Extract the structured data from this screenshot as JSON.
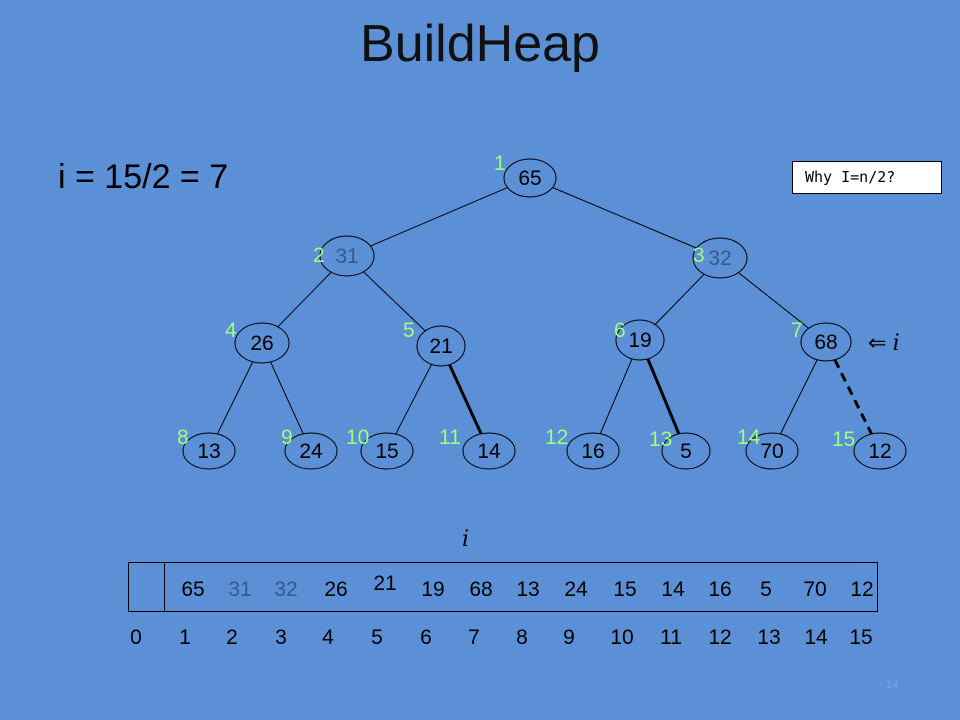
{
  "title": "BuildHeap",
  "formula": "i = 15/2 = 7",
  "note_box": "Why I=n/2?",
  "pointer_arrow": "⇐",
  "pointer_label": "i",
  "array_pointer_label": "i",
  "slide_number": "14",
  "tree_nodes": [
    {
      "index": "1",
      "value": "65",
      "dim": false
    },
    {
      "index": "2",
      "value": "31",
      "dim": true
    },
    {
      "index": "3",
      "value": "32",
      "dim": true
    },
    {
      "index": "4",
      "value": "26",
      "dim": false
    },
    {
      "index": "5",
      "value": "21",
      "dim": false
    },
    {
      "index": "6",
      "value": "19",
      "dim": false
    },
    {
      "index": "7",
      "value": "68",
      "dim": false
    },
    {
      "index": "8",
      "value": "13",
      "dim": false
    },
    {
      "index": "9",
      "value": "24",
      "dim": false
    },
    {
      "index": "10",
      "value": "15",
      "dim": false
    },
    {
      "index": "11",
      "value": "14",
      "dim": false
    },
    {
      "index": "12",
      "value": "16",
      "dim": false
    },
    {
      "index": "13",
      "value": "5",
      "dim": false
    },
    {
      "index": "14",
      "value": "70",
      "dim": false
    },
    {
      "index": "15",
      "value": "12",
      "dim": false
    }
  ],
  "array_values": [
    "",
    "65",
    "31",
    "32",
    "26",
    "21",
    "19",
    "68",
    "13",
    "24",
    "15",
    "14",
    "16",
    "5",
    "70",
    "12"
  ],
  "array_dim": [
    false,
    false,
    true,
    true,
    false,
    false,
    false,
    false,
    false,
    false,
    false,
    false,
    false,
    false,
    false,
    false
  ],
  "array_indices": [
    "0",
    "1",
    "2",
    "3",
    "4",
    "5",
    "6",
    "7",
    "8",
    "9",
    "10",
    "11",
    "12",
    "13",
    "14",
    "15"
  ],
  "colors": {
    "background": "#5b8fd6",
    "index_labels": "#9dff7a",
    "dim_values": "#37598d"
  }
}
